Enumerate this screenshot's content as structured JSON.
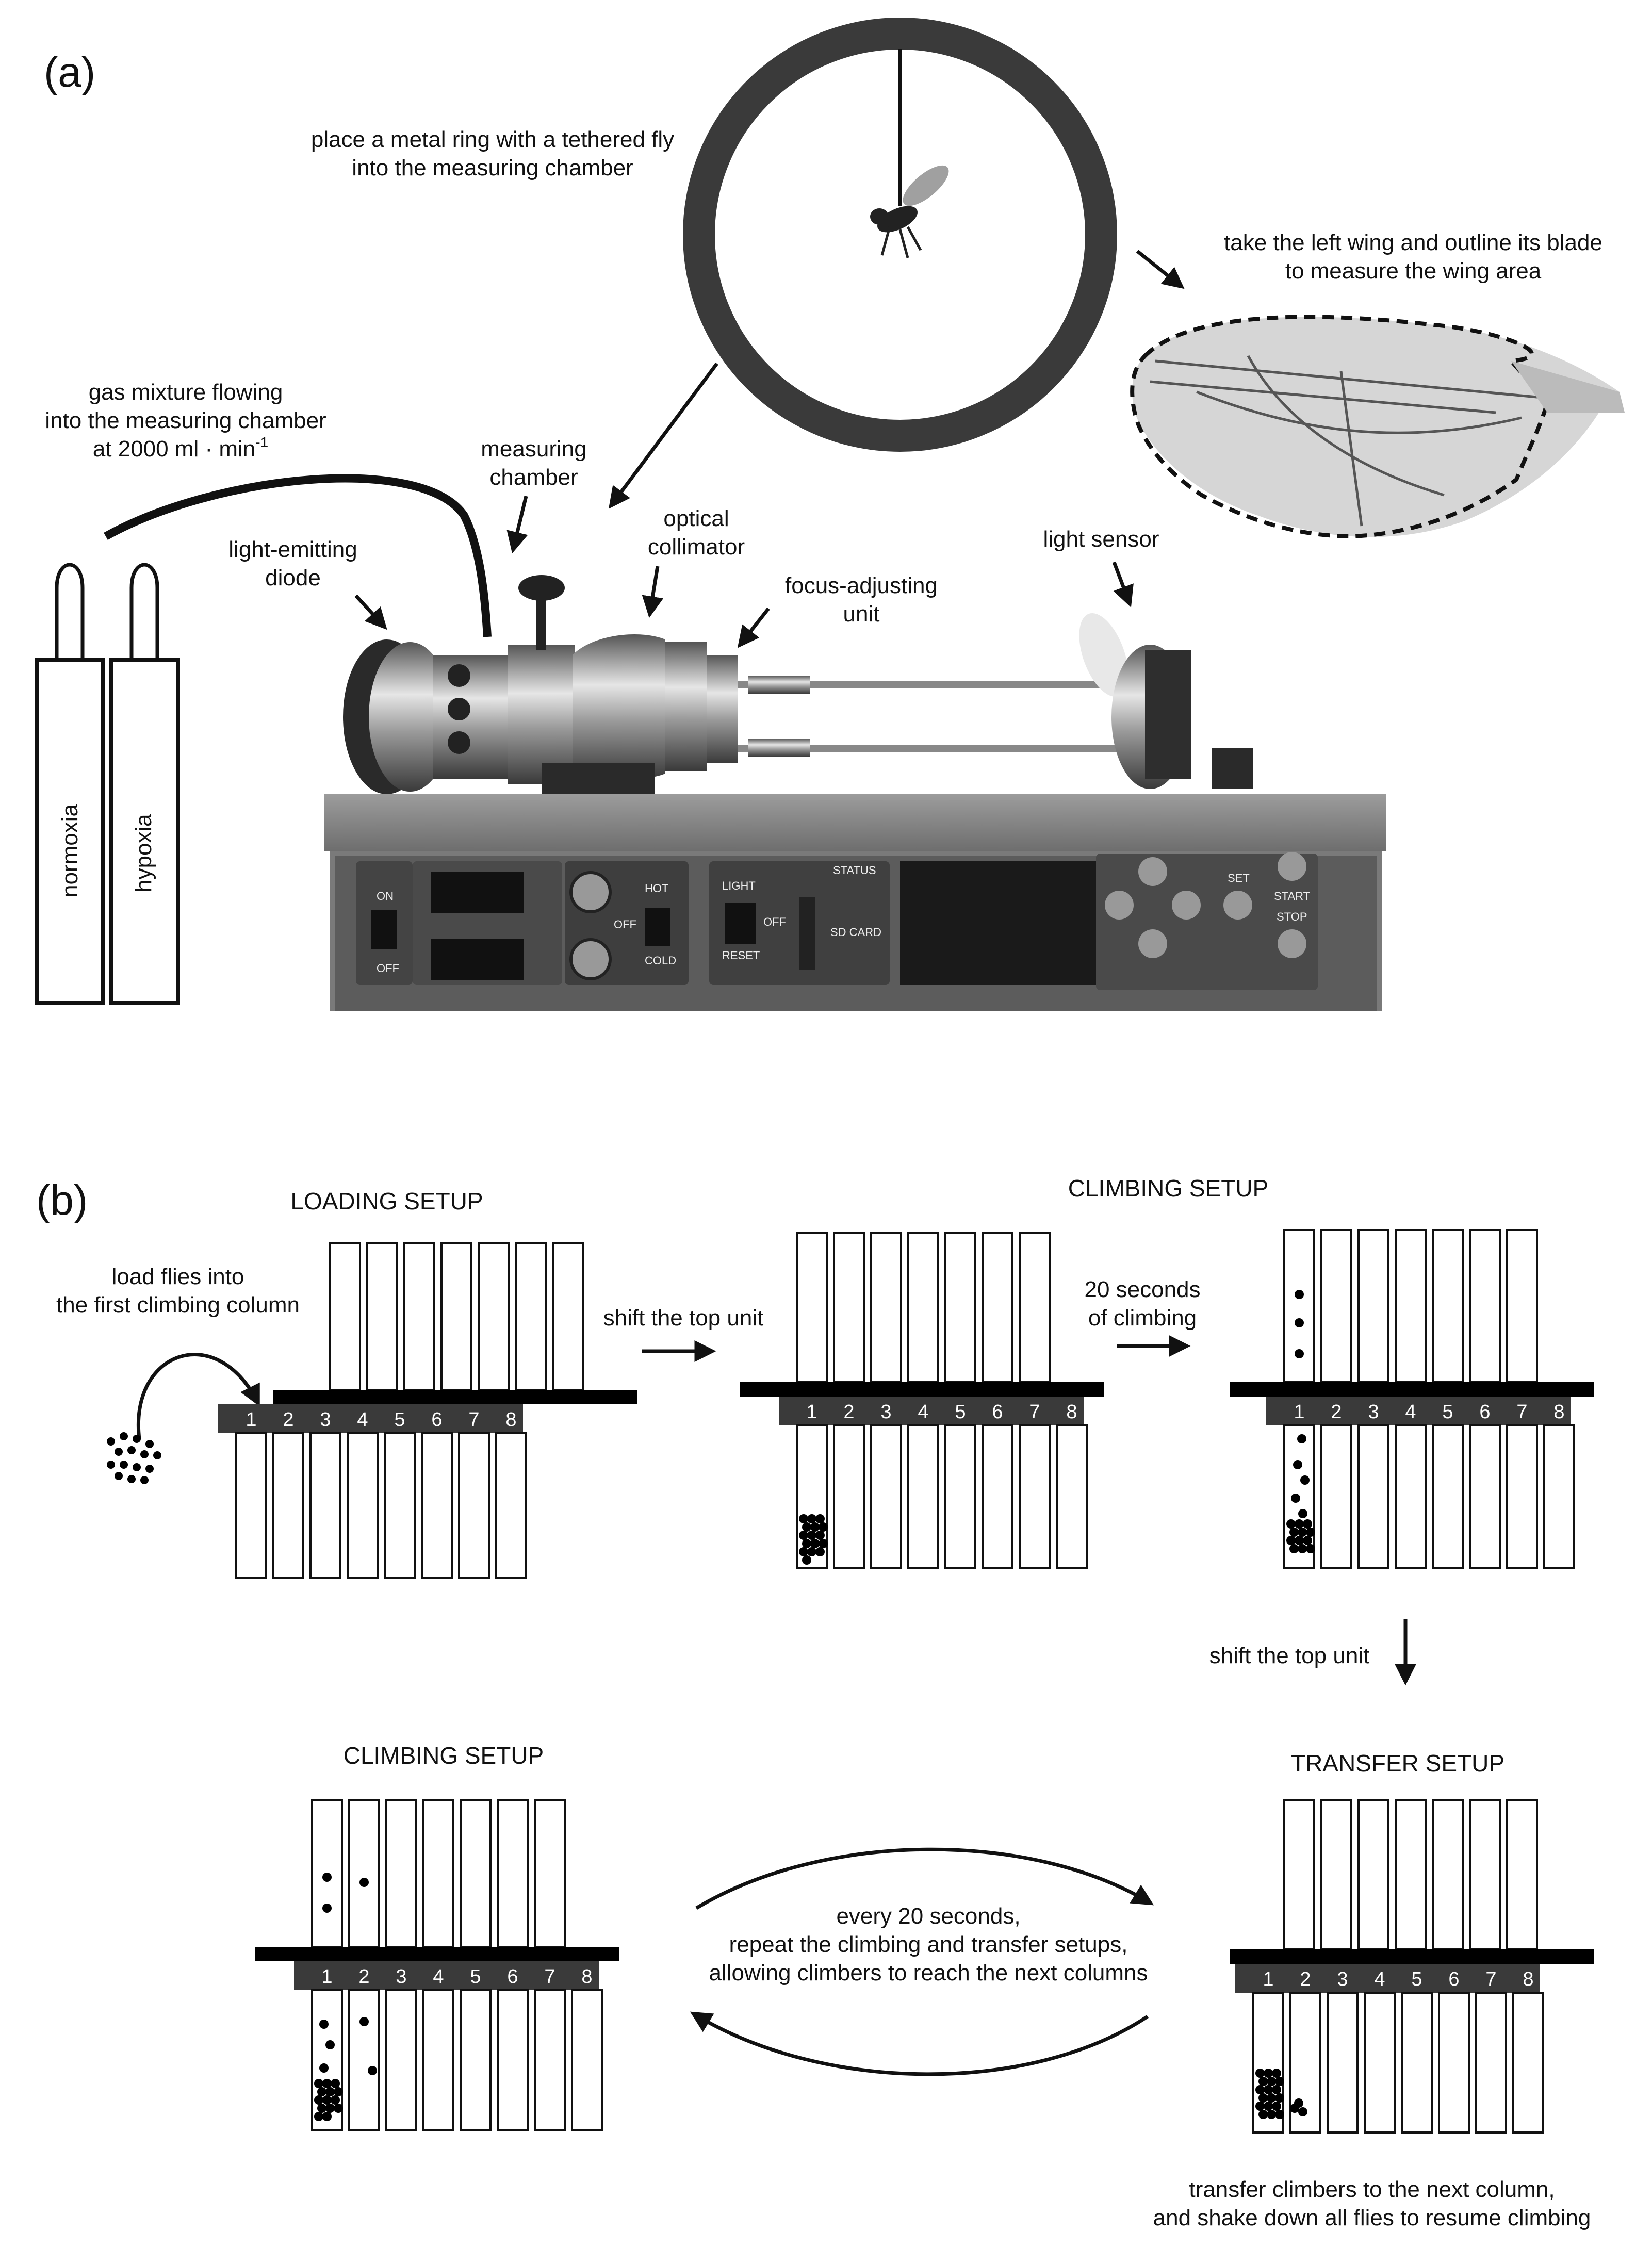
{
  "panel_a": {
    "label": "(a)",
    "ring_caption_line1": "place a metal ring with a tethered fly",
    "ring_caption_line2": "into the measuring chamber",
    "wing_caption_line1": "take the left wing and outline its blade",
    "wing_caption_line2": "to measure the wing area",
    "gas_line1": "gas mixture flowing",
    "gas_line2": "into the measuring chamber",
    "gas_line3": "at 2000 ml · min",
    "gas_sup": "-1",
    "chamber_line1": "measuring",
    "chamber_line2": "chamber",
    "led_line1": "light-emitting",
    "led_line2": "diode",
    "collimator_line1": "optical",
    "collimator_line2": "collimator",
    "focus_line1": "focus-adjusting",
    "focus_line2": "unit",
    "sensor": "light sensor",
    "bottle_1": "normoxia",
    "bottle_2": "hypoxia",
    "device_labels": {
      "on": "ON",
      "off": "OFF",
      "hot": "HOT",
      "off2": "OFF",
      "cold": "COLD",
      "light": "LIGHT",
      "off3": "OFF",
      "reset": "RESET",
      "status": "STATUS",
      "sd_card": "SD CARD",
      "set": "SET",
      "start": "START",
      "stop": "STOP"
    }
  },
  "panel_b": {
    "label": "(b)",
    "loading_title": "LOADING SETUP",
    "climbing_title": "CLIMBING SETUP",
    "climbing_title_2": "CLIMBING SETUP",
    "transfer_title": "TRANSFER SETUP",
    "load_line1": "load flies into",
    "load_line2": "the first climbing column",
    "shift_1": "shift the top unit",
    "seconds_line1": "20 seconds",
    "seconds_line2": "of climbing",
    "shift_2": "shift the top unit",
    "repeat_line1": "every 20 seconds,",
    "repeat_line2": "repeat the climbing and transfer setups,",
    "repeat_line3": "allowing climbers to reach the next columns",
    "transfer_line1": "transfer climbers to the next column,",
    "transfer_line2": "and shake down all flies to resume climbing",
    "column_numbers": [
      "1",
      "2",
      "3",
      "4",
      "5",
      "6",
      "7",
      "8"
    ]
  }
}
